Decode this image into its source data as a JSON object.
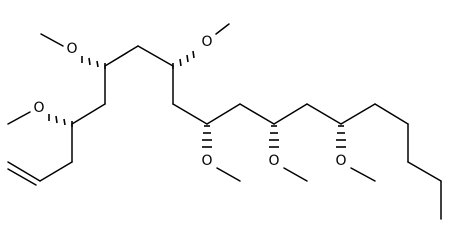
{
  "atom_labels": [
    "O",
    "O",
    "O",
    "O",
    "O",
    "O"
  ]
}
